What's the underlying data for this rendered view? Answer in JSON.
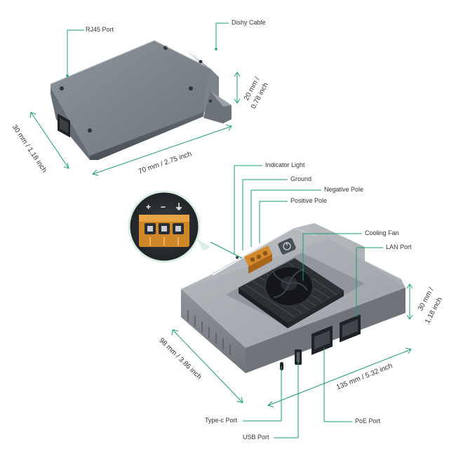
{
  "colors": {
    "accent": "#1aa06a",
    "body_dark": "#5b6168",
    "body_mid": "#737a82",
    "body_light": "#8d949b",
    "translucent": "#a8adb3",
    "terminal": "#d4892a",
    "background": "#ffffff"
  },
  "top_device": {
    "labels": {
      "rj45_port": "RJ45 Port",
      "dishy_cable": "Dishy Cable"
    },
    "dimensions": {
      "height": {
        "line1": "20 mm /",
        "line2": "0.78 inch"
      },
      "width": "70 mm / 2.75 inch",
      "depth": "30 mm / 1.18 inch"
    }
  },
  "bottom_device": {
    "labels": {
      "indicator_light": "Indicator Light",
      "ground": "Ground",
      "negative_pole": "Negative Pole",
      "positive_pole": "Positive Pole",
      "cooling_fan": "Cooling Fan",
      "lan_port": "LAN Port",
      "typec_port": "Type-c Port",
      "usb_port": "USB Port",
      "poe_port": "PoE Port"
    },
    "terminal_symbols": [
      "+",
      "−",
      "⏚"
    ],
    "dimensions": {
      "depth": "98 mm / 3.86 inch",
      "width": "135 mm / 5.32 inch",
      "height": {
        "line1": "30 mm /",
        "line2": "1.18 inch"
      }
    }
  },
  "icons": [
    "power-button-icon",
    "fan-icon",
    "ground-symbol-icon"
  ]
}
